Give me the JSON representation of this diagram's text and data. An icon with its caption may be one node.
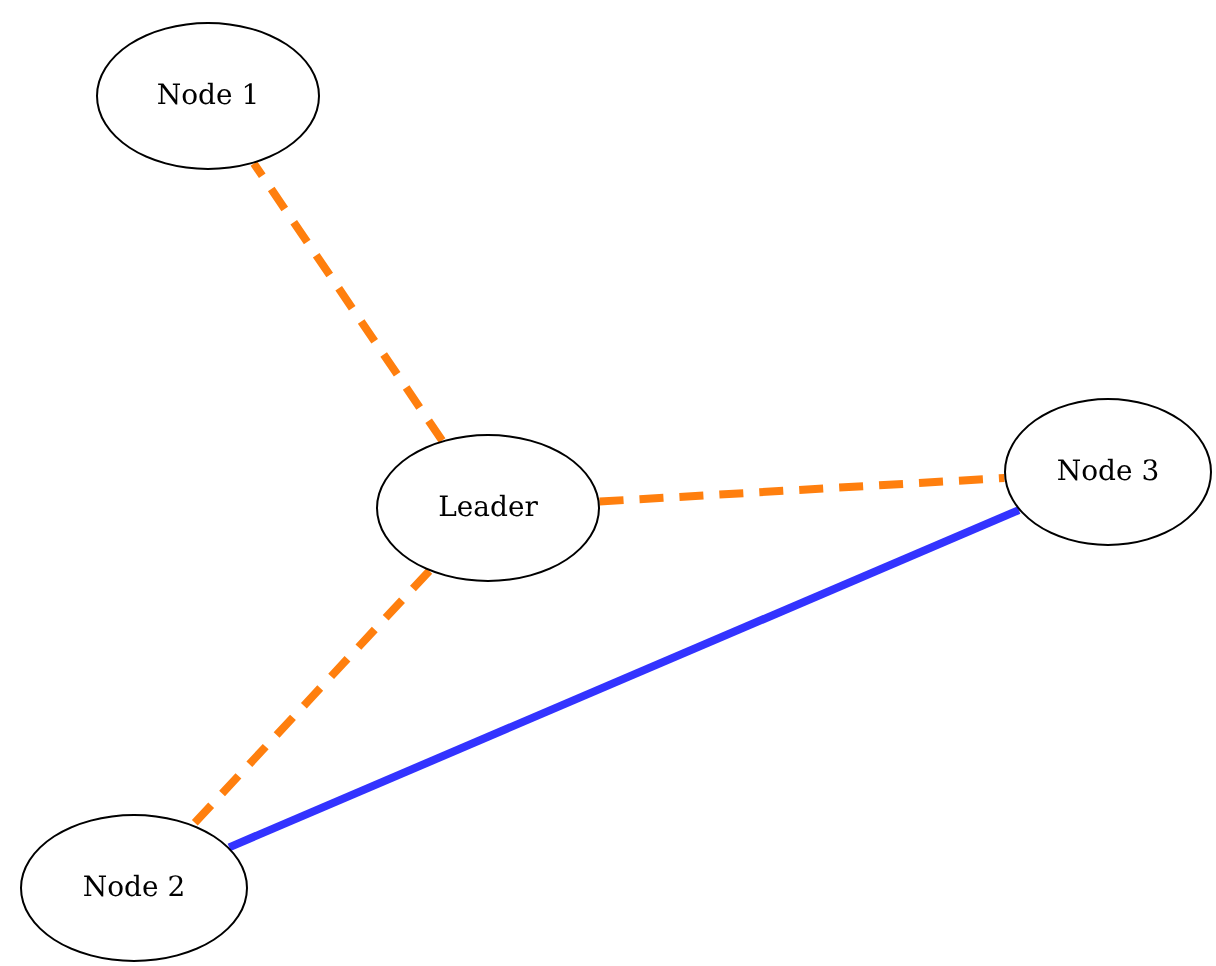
{
  "diagram": {
    "nodes": [
      {
        "text": [
          "Node 1"
        ]
      },
      {
        "text": [
          "Leader"
        ]
      },
      {
        "text": [
          "Node 3"
        ]
      },
      {
        "text": [
          "Node 2"
        ]
      }
    ],
    "edges": [
      {
        "from": 1,
        "to": 0,
        "arrow": "none",
        "style": "dashed"
      },
      {
        "from": 1,
        "to": 2,
        "arrow": "none",
        "style": "dashed"
      },
      {
        "from": 1,
        "to": 3,
        "arrow": "none",
        "style": "dashed"
      },
      {
        "from": 3,
        "to": 2,
        "arrow": "none",
        "color": "#3333ff"
      }
    ]
  }
}
